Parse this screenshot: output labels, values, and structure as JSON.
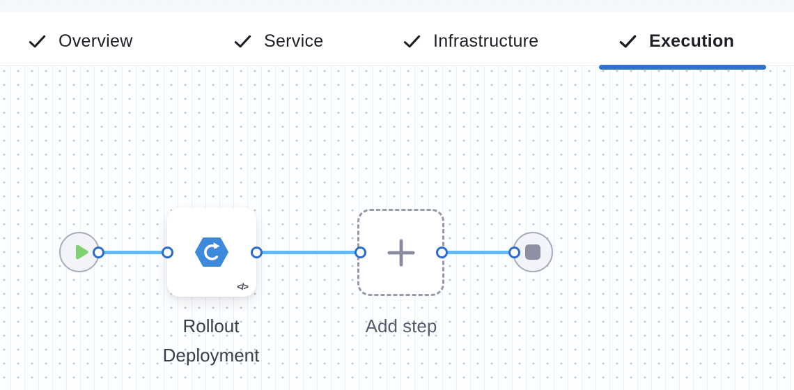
{
  "tabs": [
    {
      "label": "Overview",
      "checked": true,
      "active": false
    },
    {
      "label": "Service",
      "checked": true,
      "active": false
    },
    {
      "label": "Infrastructure",
      "checked": true,
      "active": false
    },
    {
      "label": "Execution",
      "checked": true,
      "active": true
    }
  ],
  "canvas": {
    "nodes": [
      {
        "id": "start",
        "type": "start-node",
        "icon": "play-icon"
      },
      {
        "id": "rollout-deployment",
        "type": "step-node",
        "icon": "rollout-deployment-icon",
        "label": "Rollout Deployment",
        "badge": "</>"
      },
      {
        "id": "add-step",
        "type": "add-step-placeholder",
        "icon": "plus-icon",
        "label": "Add step"
      },
      {
        "id": "end",
        "type": "end-node",
        "icon": "stop-icon"
      }
    ],
    "edges": [
      {
        "from": "start",
        "to": "rollout-deployment"
      },
      {
        "from": "rollout-deployment",
        "to": "add-step"
      },
      {
        "from": "add-step",
        "to": "end"
      }
    ]
  },
  "colors": {
    "active_tab_underline": "#2f70c8",
    "tab_text": "#1c1e25",
    "connector_line": "#64b9f0",
    "port_border": "#2a6cce",
    "step_icon_blue": "#3d89dc",
    "play_green": "#7ed26f",
    "stop_gray": "#8e90a4",
    "dashed_border": "#9898ab",
    "rollout_label": "#3b3d4b",
    "add_step_label": "#565b70"
  }
}
